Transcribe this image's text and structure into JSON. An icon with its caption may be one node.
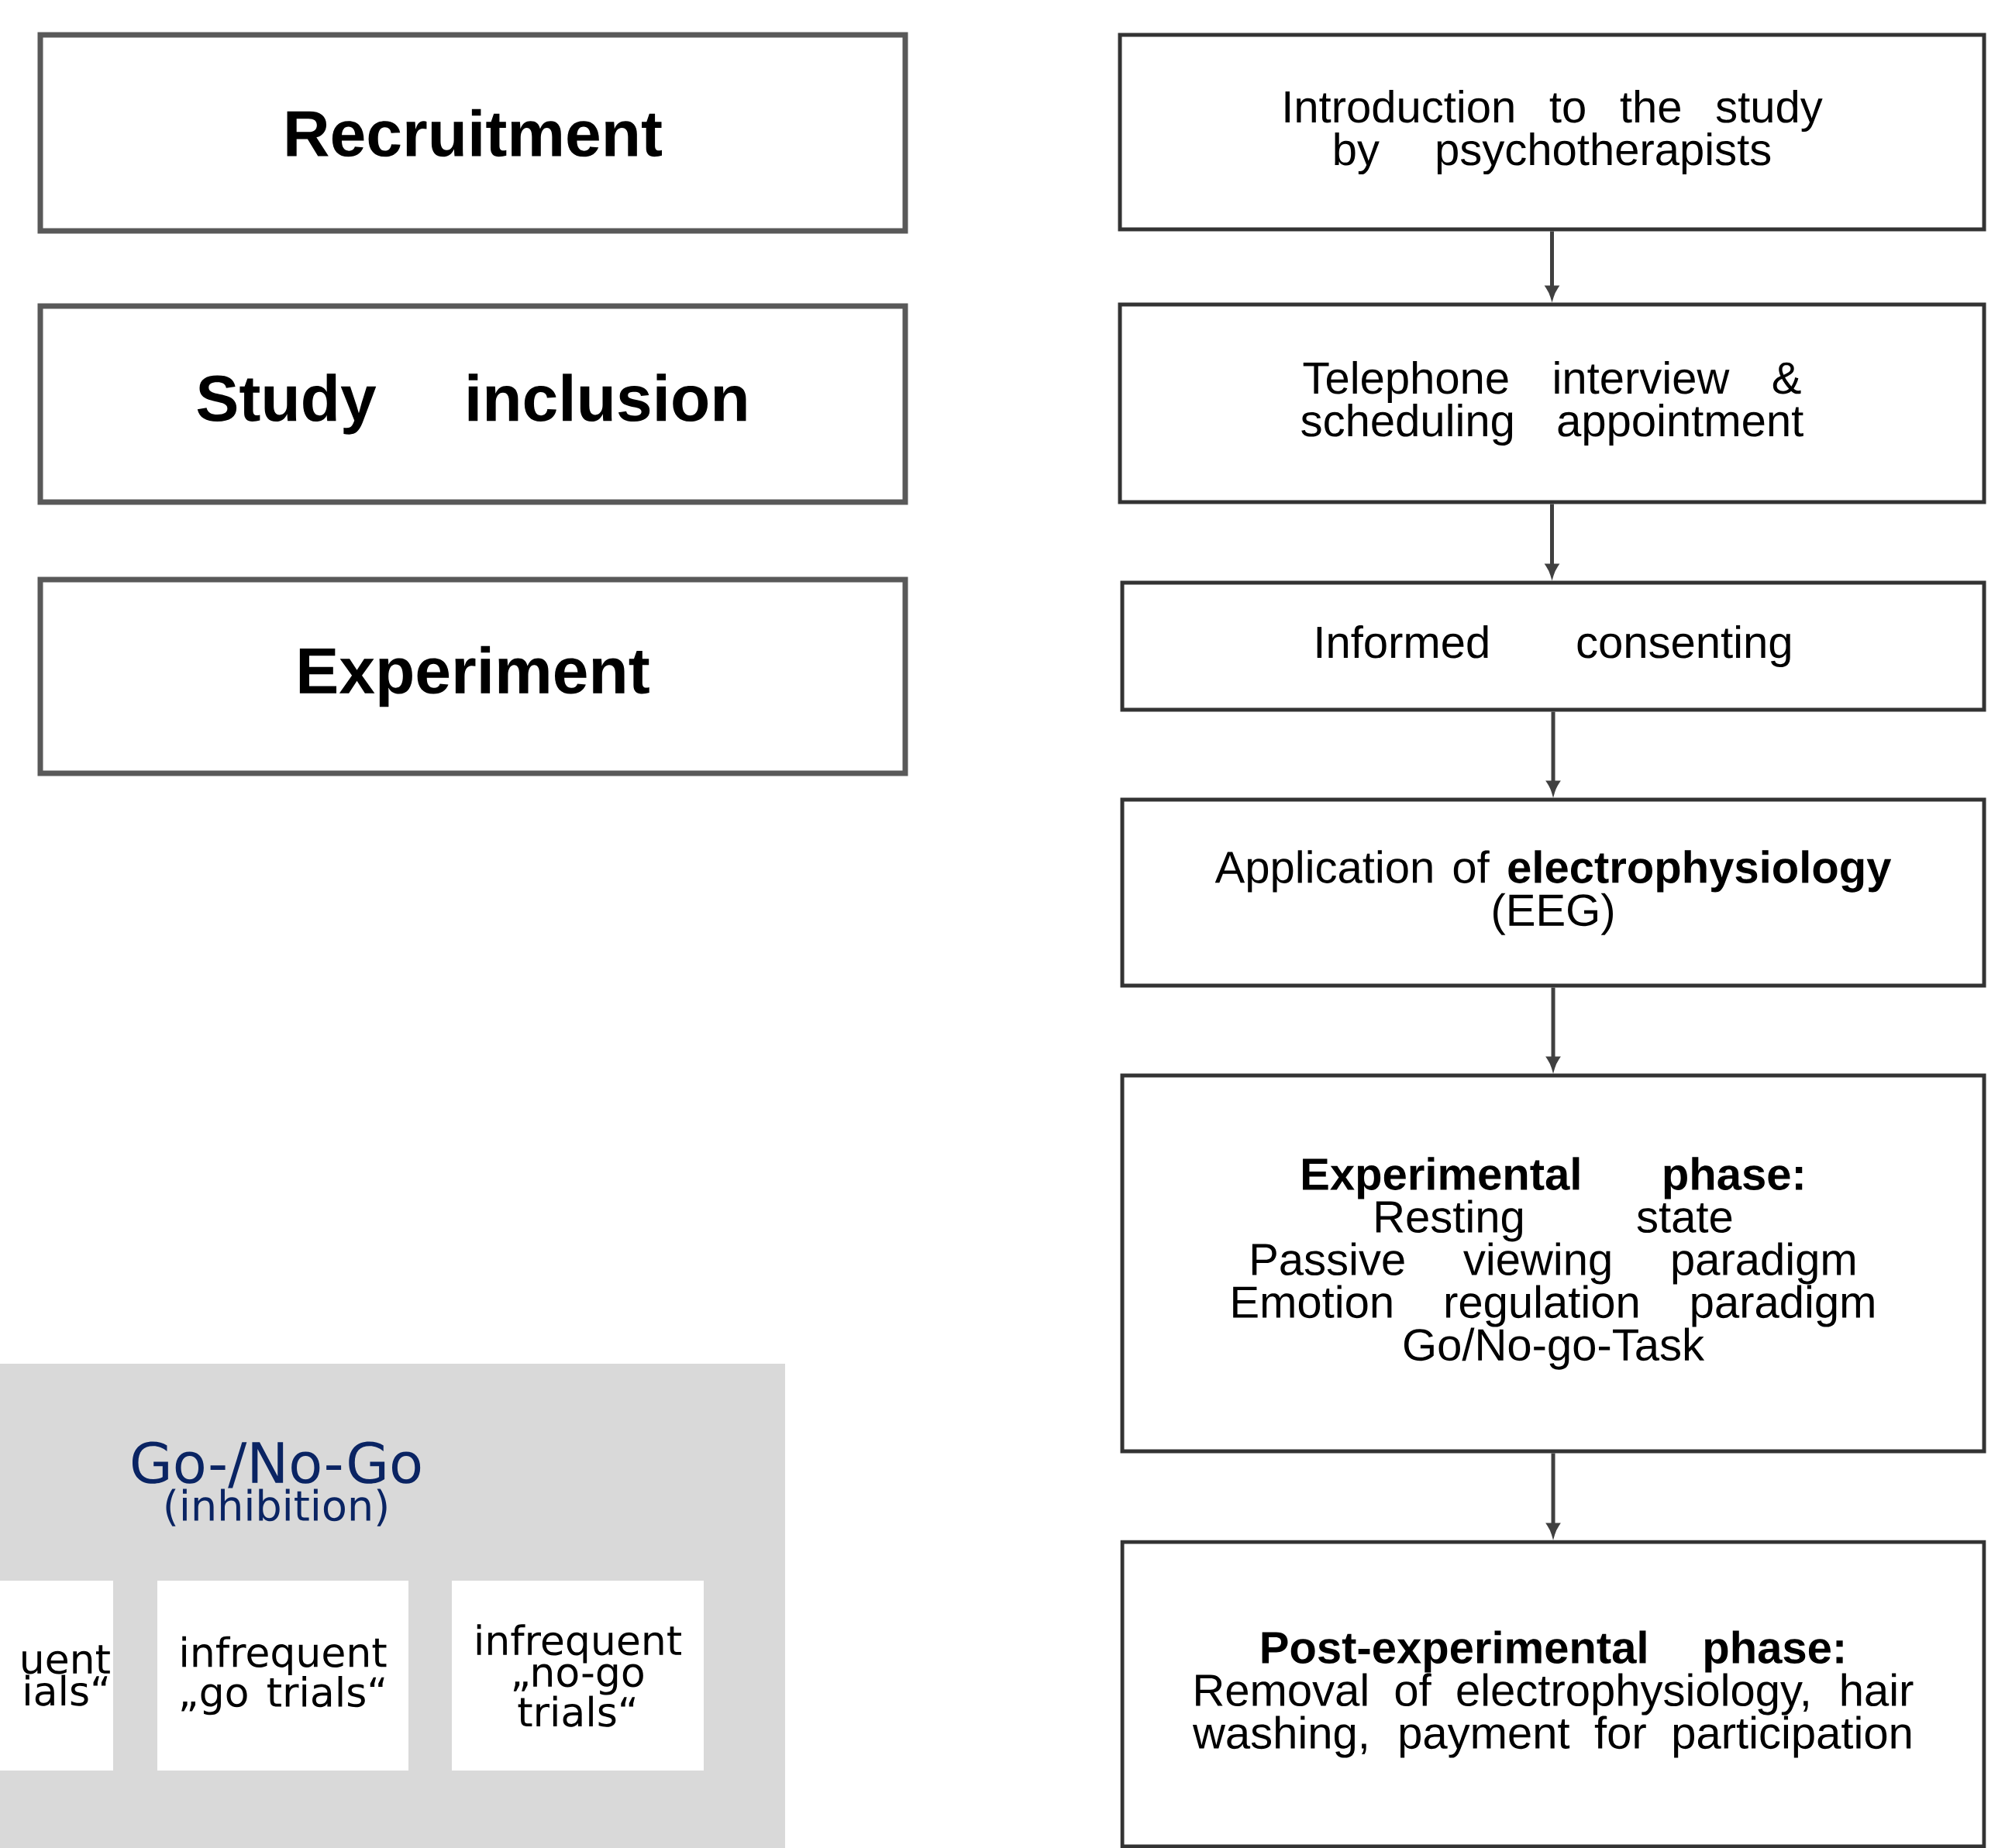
{
  "diagram": {
    "nodes": [
      {
        "text": [
          "Recruitment"
        ]
      },
      {
        "text": [
          "Study inclusion"
        ]
      },
      {
        "text": [
          "Experiment"
        ]
      },
      {
        "text": [
          "Introduction to the study by psychotherapists"
        ]
      },
      {
        "text": [
          "Telephone interview & scheduling appointment"
        ]
      },
      {
        "text": [
          "Informed consenting"
        ]
      },
      {
        "text": [
          "Application of **electrophysiology** (EEG)"
        ]
      },
      {
        "text": [
          "Experimental phase:",
          "Resting state",
          "Passive viewing paradigm",
          "Emotion regulation paradigm",
          "Go/No-go-Task"
        ]
      },
      {
        "text": [
          "Post-experimental phase:",
          "Removal of electrophysiology, hair washing, payment for participation"
        ]
      },
      {
        "text": [
          "Go-/No-Go",
          "(inhibition)"
        ]
      },
      {
        "text": [
          "uent ials“"
        ],
        "in": 9
      },
      {
        "text": [
          "infrequent „go trials“"
        ],
        "in": 9
      },
      {
        "text": [
          "infrequent „no-go trials“"
        ],
        "in": 9
      }
    ],
    "edges": [
      {
        "from": 3,
        "to": 4,
        "arrow": "to"
      },
      {
        "from": 4,
        "to": 5,
        "arrow": "to"
      },
      {
        "from": 5,
        "to": 6,
        "arrow": "to"
      },
      {
        "from": 6,
        "to": 7,
        "arrow": "to"
      },
      {
        "from": 7,
        "to": 8,
        "arrow": "to"
      }
    ]
  }
}
